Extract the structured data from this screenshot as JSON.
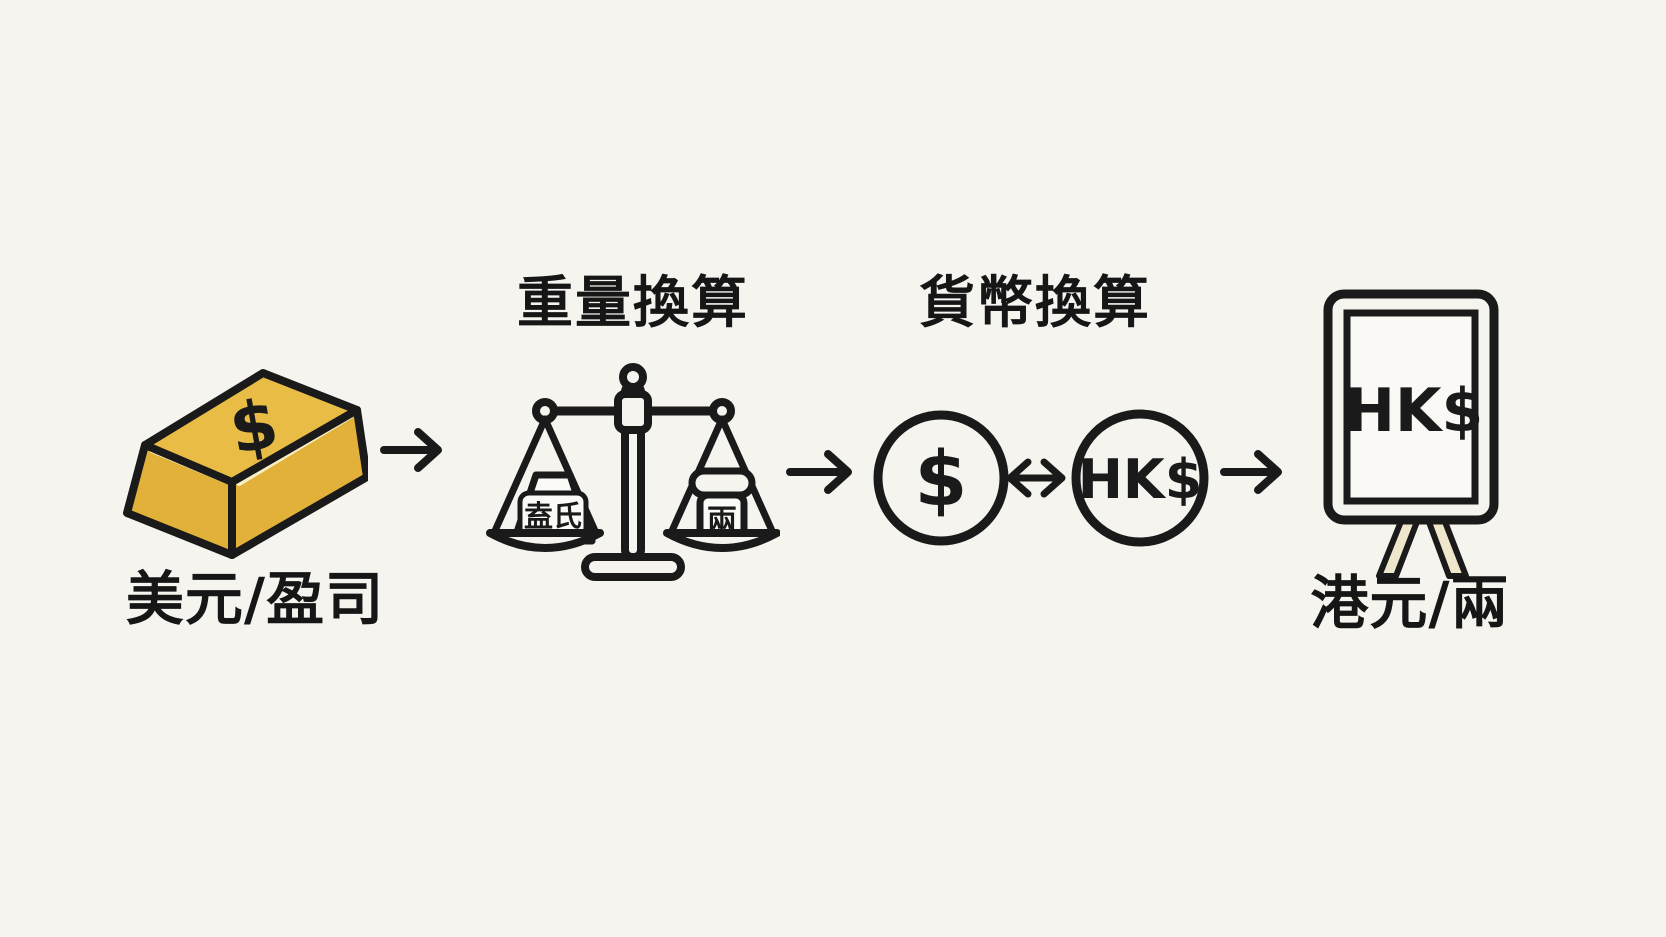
{
  "palette": {
    "background": "#f6f4ef",
    "ink": "#1a1a1a",
    "gold_top": "#e9bd45",
    "gold_side": "#e2b13a",
    "gold_highlight": "#f8efc6",
    "easel_leg": "#efe7cc"
  },
  "flow": {
    "source": {
      "bar_symbol": "$",
      "caption": "美元/盈司"
    },
    "weight_step": {
      "title": "重量換算",
      "left_weight": "盍氏",
      "right_weight": "兩"
    },
    "currency_step": {
      "title": "貨幣換算",
      "usd": "$",
      "hkd": "HK$"
    },
    "result": {
      "board_text": "HK$",
      "caption": "港元/兩"
    }
  }
}
